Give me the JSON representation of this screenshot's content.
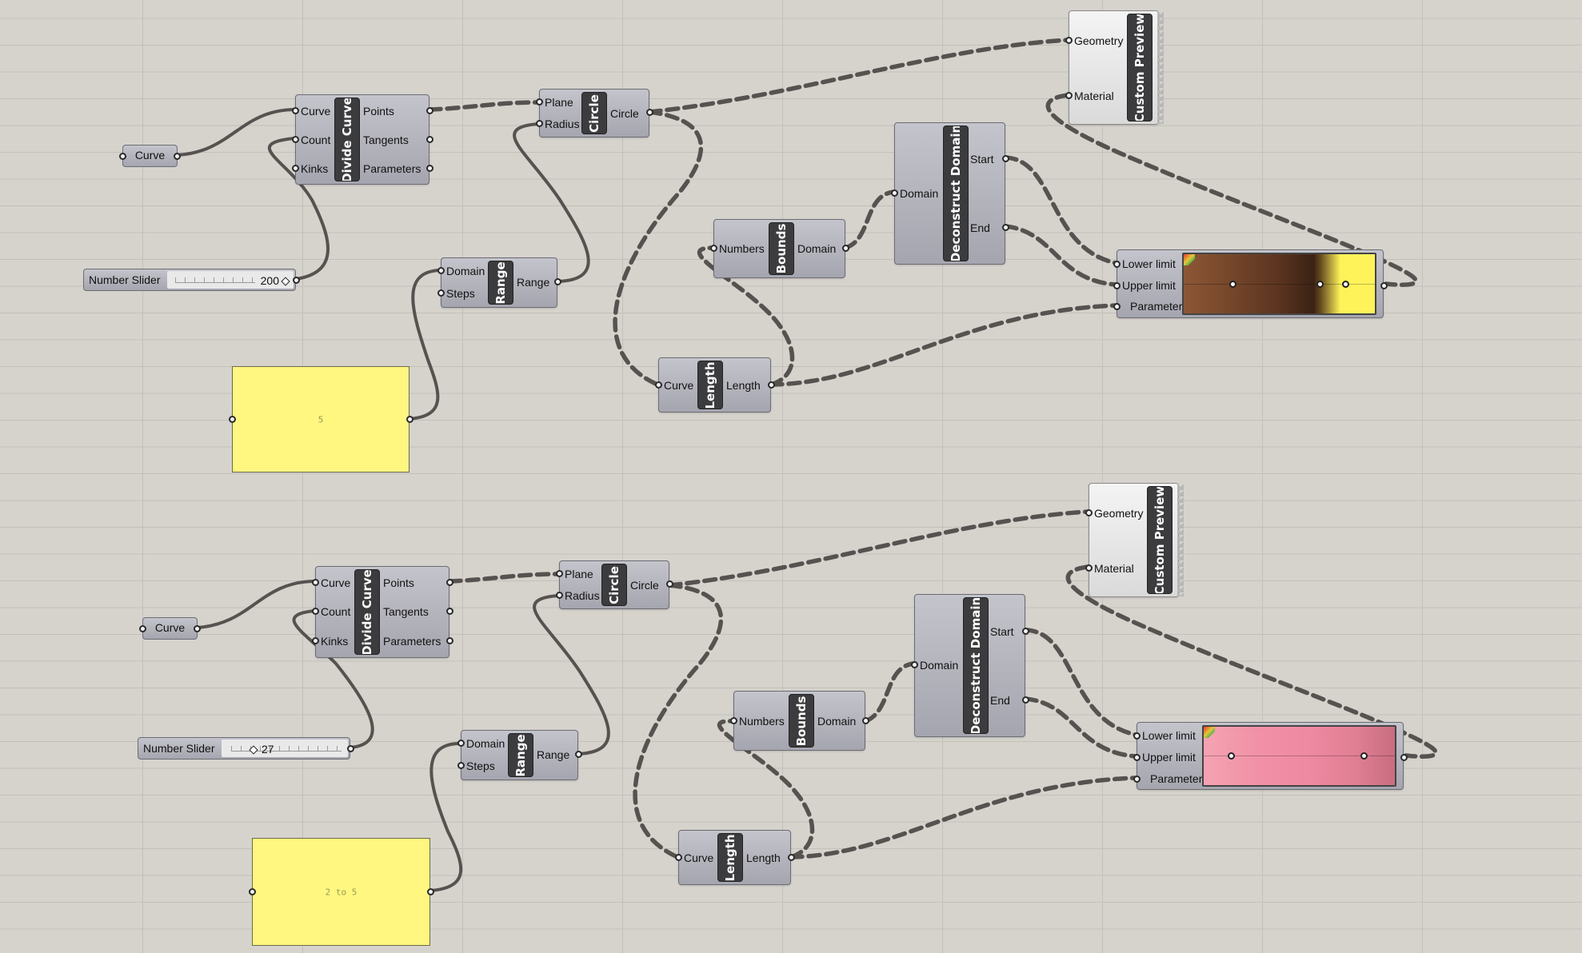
{
  "groups": [
    {
      "curve_param": "Curve",
      "slider": {
        "label": "Number Slider",
        "value": "200"
      },
      "panel_text": "5",
      "divide": {
        "title": "Divide Curve",
        "inputs": [
          "Curve",
          "Count",
          "Kinks"
        ],
        "outputs": [
          "Points",
          "Tangents",
          "Parameters"
        ]
      },
      "range": {
        "title": "Range",
        "inputs": [
          "Domain",
          "Steps"
        ],
        "outputs": [
          "Range"
        ]
      },
      "circle": {
        "title": "Circle",
        "inputs": [
          "Plane",
          "Radius"
        ],
        "outputs": [
          "Circle"
        ]
      },
      "length": {
        "title": "Length",
        "inputs": [
          "Curve"
        ],
        "outputs": [
          "Length"
        ]
      },
      "bounds": {
        "title": "Bounds",
        "inputs": [
          "Numbers"
        ],
        "outputs": [
          "Domain"
        ]
      },
      "decon": {
        "title": "Deconstruct Domain",
        "inputs": [
          "Domain"
        ],
        "outputs": [
          "Start",
          "End"
        ]
      },
      "preview": {
        "title": "Custom Preview",
        "inputs": [
          "Geometry",
          "Material"
        ]
      },
      "gradient": {
        "inputs": [
          "Lower limit",
          "Upper limit",
          "Parameter"
        ]
      }
    },
    {
      "curve_param": "Curve",
      "slider": {
        "label": "Number Slider",
        "value": "27"
      },
      "panel_text": "2 to 5",
      "divide": {
        "title": "Divide Curve",
        "inputs": [
          "Curve",
          "Count",
          "Kinks"
        ],
        "outputs": [
          "Points",
          "Tangents",
          "Parameters"
        ]
      },
      "range": {
        "title": "Range",
        "inputs": [
          "Domain",
          "Steps"
        ],
        "outputs": [
          "Range"
        ]
      },
      "circle": {
        "title": "Circle",
        "inputs": [
          "Plane",
          "Radius"
        ],
        "outputs": [
          "Circle"
        ]
      },
      "length": {
        "title": "Length",
        "inputs": [
          "Curve"
        ],
        "outputs": [
          "Length"
        ]
      },
      "bounds": {
        "title": "Bounds",
        "inputs": [
          "Numbers"
        ],
        "outputs": [
          "Domain"
        ]
      },
      "decon": {
        "title": "Deconstruct Domain",
        "inputs": [
          "Domain"
        ],
        "outputs": [
          "Start",
          "End"
        ]
      },
      "preview": {
        "title": "Custom Preview",
        "inputs": [
          "Geometry",
          "Material"
        ]
      },
      "gradient": {
        "inputs": [
          "Lower limit",
          "Upper limit",
          "Parameter"
        ]
      }
    }
  ],
  "colors": {
    "canvas": "#d6d3cd",
    "panel": "#fff780",
    "gradient_top": [
      "#8c5635",
      "#6e3f24",
      "#3d2414",
      "#fff35a"
    ],
    "gradient_bottom": [
      "#f4a3b3",
      "#ef8aa1",
      "#c86d80"
    ]
  }
}
